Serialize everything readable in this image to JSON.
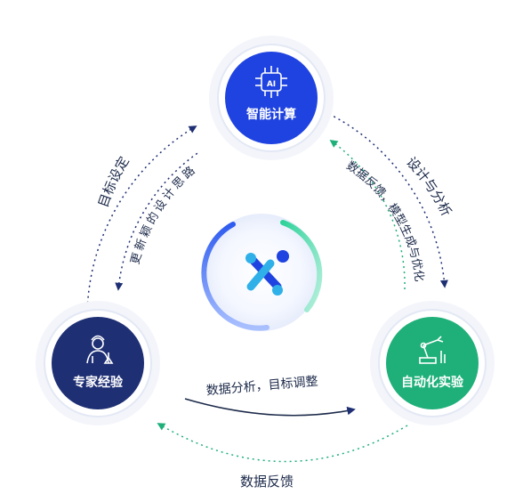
{
  "nodes": {
    "top": {
      "label": "智能计算",
      "icon": "ai-chip-icon",
      "color": "#1f43e0"
    },
    "left": {
      "label": "专家经验",
      "icon": "scientist-icon",
      "color": "#1e2f74"
    },
    "right": {
      "label": "自动化实验",
      "icon": "robot-arm-icon",
      "color": "#1fb07a"
    }
  },
  "center": {
    "icon": "molecule-x-logo"
  },
  "edges": {
    "left_outer": "目标设定",
    "left_inner": "更新颖的设计思路",
    "right_outer": "设计与分析",
    "right_inner": "数据反馈，模型生成与优化",
    "bottom_inner": "数据分析，目标调整",
    "bottom_outer": "数据反馈"
  },
  "colors": {
    "blue": "#1f43e0",
    "navy": "#1e2f74",
    "green": "#1fb07a",
    "text": "#1c2a4a"
  }
}
